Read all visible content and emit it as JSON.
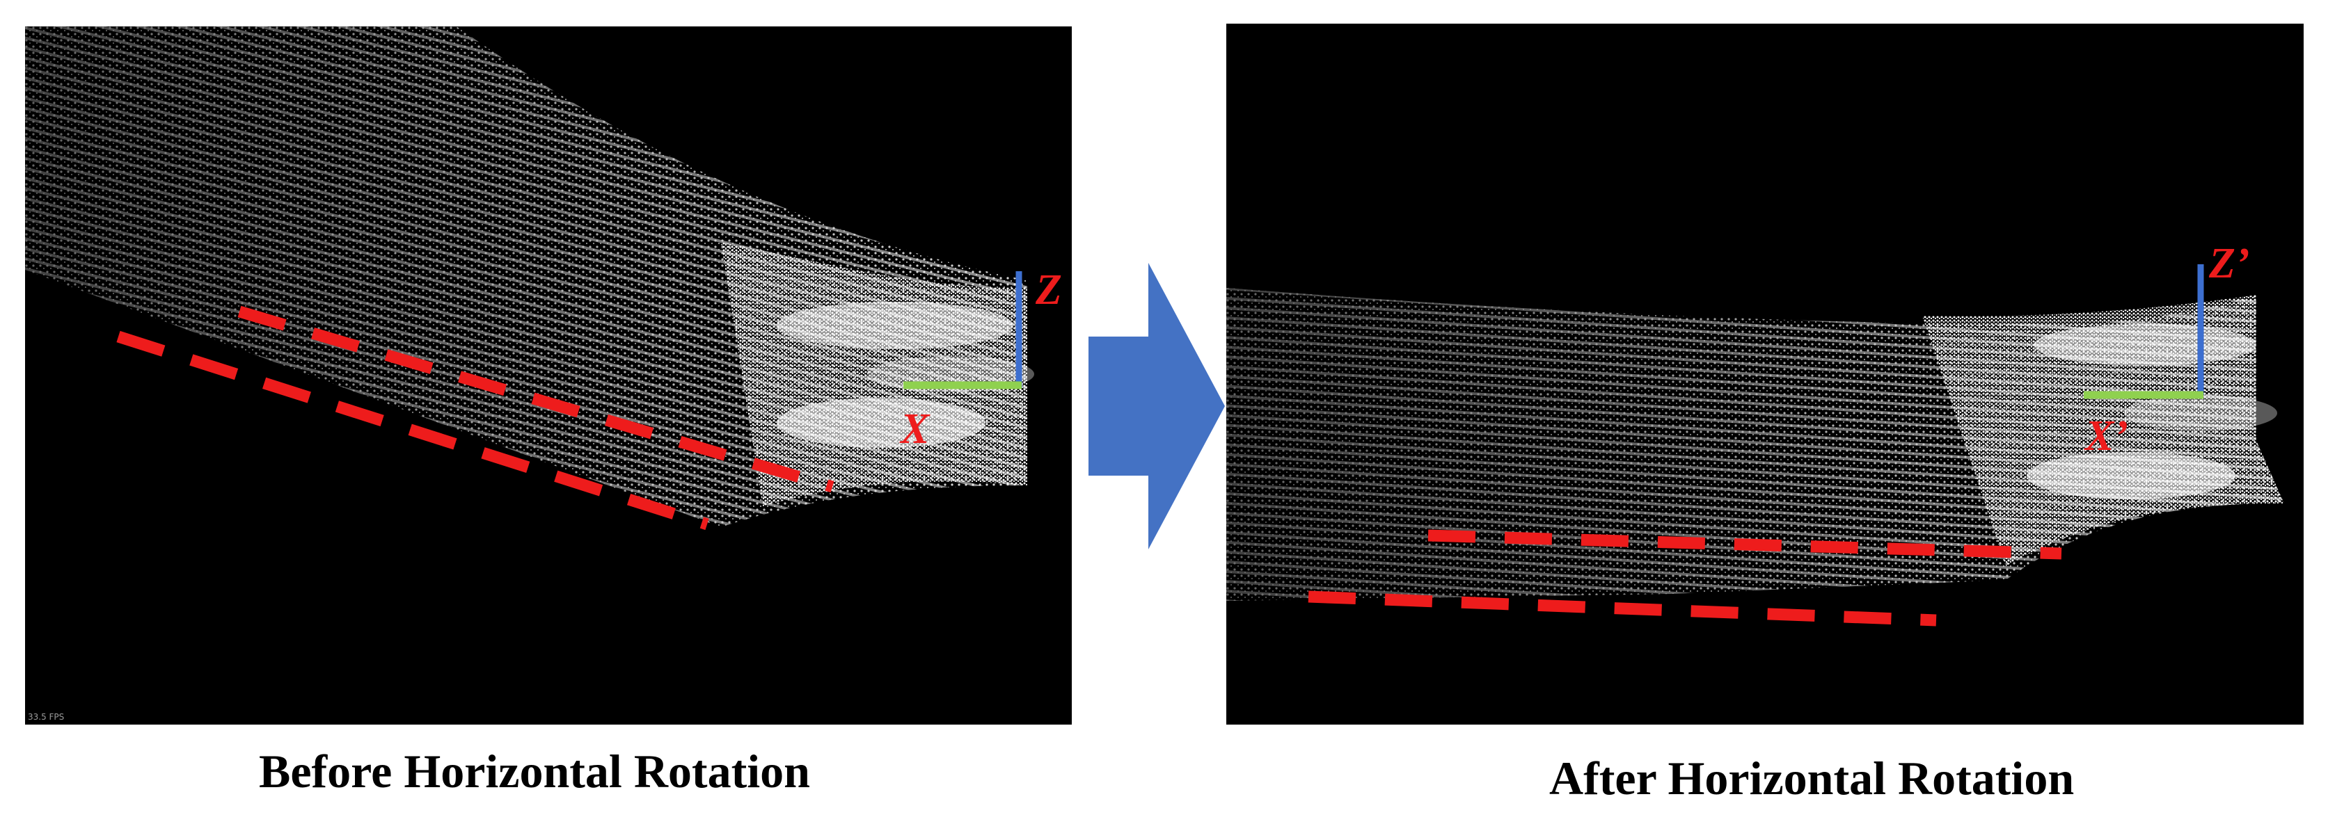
{
  "panels": {
    "before": {
      "caption": "Before Horizontal Rotation",
      "axis_vertical_label": "Z",
      "axis_horizontal_label": "X",
      "fps_readout": "33.5 FPS"
    },
    "after": {
      "caption": "After Horizontal Rotation",
      "axis_vertical_label": "Z’",
      "axis_horizontal_label": "X’"
    }
  },
  "colors": {
    "background": "#000000",
    "points": "#ffffff",
    "dashed_lines": "#ee1c1c",
    "vertical_axis": "#3d6fd0",
    "horizontal_axis": "#8fd14f",
    "arrow": "#4472c4"
  },
  "icons": {
    "transition": "right-arrow-icon"
  }
}
